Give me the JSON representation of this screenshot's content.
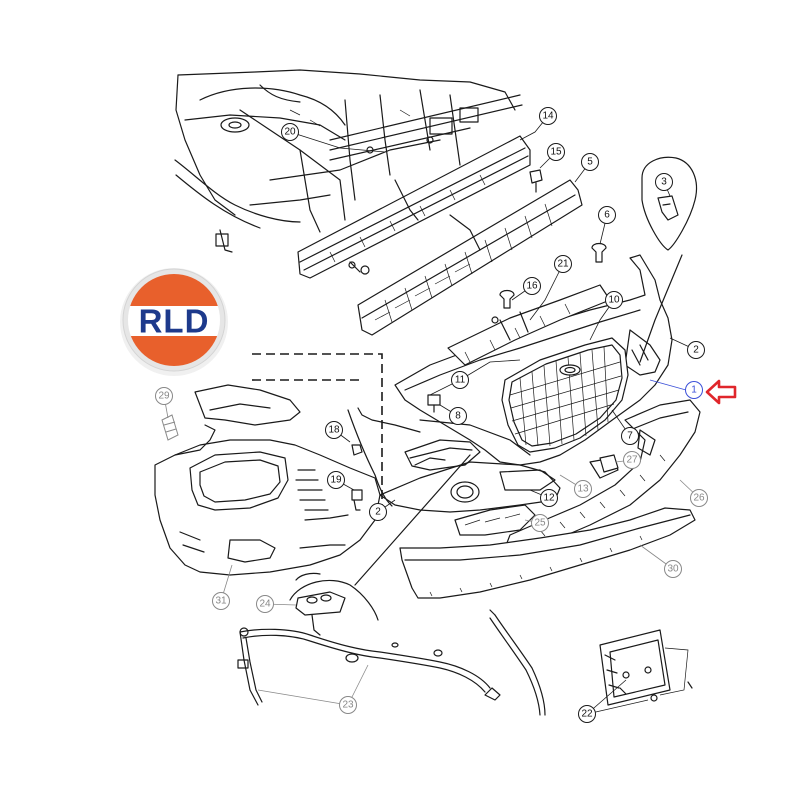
{
  "logo": {
    "text": "RLD",
    "colors": {
      "orange": "#e8602c",
      "navy": "#1d3a8c",
      "ring": "#e6e6e6"
    }
  },
  "highlight_arrow": {
    "color": "#e0262b",
    "points_to": "1"
  },
  "callouts": [
    {
      "id": "c1",
      "label": "1",
      "style": "blue"
    },
    {
      "id": "c2a",
      "label": "2",
      "style": "normal"
    },
    {
      "id": "c2b",
      "label": "2",
      "style": "normal"
    },
    {
      "id": "c3",
      "label": "3",
      "style": "normal"
    },
    {
      "id": "c5",
      "label": "5",
      "style": "normal"
    },
    {
      "id": "c6",
      "label": "6",
      "style": "normal"
    },
    {
      "id": "c7",
      "label": "7",
      "style": "normal"
    },
    {
      "id": "c8",
      "label": "8",
      "style": "normal"
    },
    {
      "id": "c10",
      "label": "10",
      "style": "normal"
    },
    {
      "id": "c11",
      "label": "11",
      "style": "normal"
    },
    {
      "id": "c12",
      "label": "12",
      "style": "normal"
    },
    {
      "id": "c13",
      "label": "13",
      "style": "gray"
    },
    {
      "id": "c14",
      "label": "14",
      "style": "normal"
    },
    {
      "id": "c15",
      "label": "15",
      "style": "normal"
    },
    {
      "id": "c16",
      "label": "16",
      "style": "normal"
    },
    {
      "id": "c18",
      "label": "18",
      "style": "normal"
    },
    {
      "id": "c19",
      "label": "19",
      "style": "normal"
    },
    {
      "id": "c20",
      "label": "20",
      "style": "normal"
    },
    {
      "id": "c21",
      "label": "21",
      "style": "normal"
    },
    {
      "id": "c22",
      "label": "22",
      "style": "normal"
    },
    {
      "id": "c23",
      "label": "23",
      "style": "gray"
    },
    {
      "id": "c24",
      "label": "24",
      "style": "gray"
    },
    {
      "id": "c25",
      "label": "25",
      "style": "gray"
    },
    {
      "id": "c26",
      "label": "26",
      "style": "gray"
    },
    {
      "id": "c27",
      "label": "27",
      "style": "gray"
    },
    {
      "id": "c29",
      "label": "29",
      "style": "gray"
    },
    {
      "id": "c30",
      "label": "30",
      "style": "gray"
    },
    {
      "id": "c31",
      "label": "31",
      "style": "gray"
    }
  ]
}
